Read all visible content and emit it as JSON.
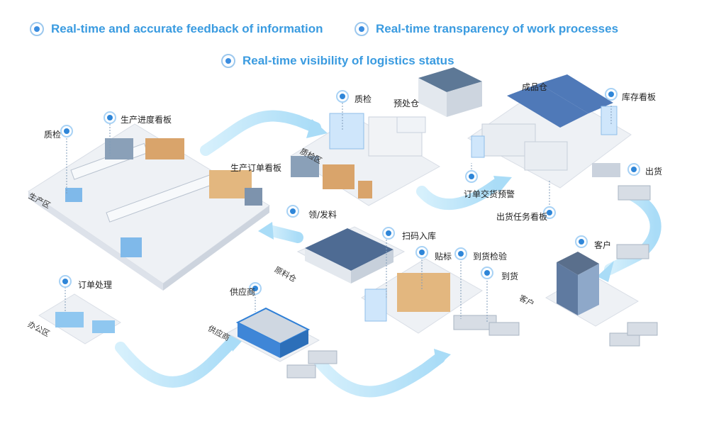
{
  "legend": [
    {
      "text": "Real-time and accurate feedback of information"
    },
    {
      "text": "Real-time transparency of work processes"
    },
    {
      "text": "Real-time visibility of logistics status"
    }
  ],
  "labels": {
    "quality_check_left": "质检",
    "production_progress_board": "生产进度看板",
    "production_order_board": "生产订单看板",
    "quality_check_center": "质检",
    "warehouse_top": "预处仓",
    "finished_goods_warehouse": "成品仓",
    "inventory_board": "库存看板",
    "shipping": "出货",
    "order_delivery_warning": "订单交货预警",
    "shipping_task_board": "出货任务看板",
    "customer": "客户",
    "material_issue": "领/发料",
    "scan_inbound": "扫码入库",
    "labeling": "贴标",
    "arrival_inspection": "到货检验",
    "arrival": "到货",
    "order_processing": "订单处理",
    "supplier": "供应商"
  },
  "zones": {
    "production_area": "生产区",
    "inspection_area": "质检区",
    "raw_material_warehouse": "原料仓",
    "office_area": "办公区",
    "supplier_zone": "供应商",
    "customer_zone": "客户"
  },
  "colors": {
    "flow": "#bfe6fb",
    "pin": "#2f86d8",
    "legend_text": "#3a9be0"
  }
}
